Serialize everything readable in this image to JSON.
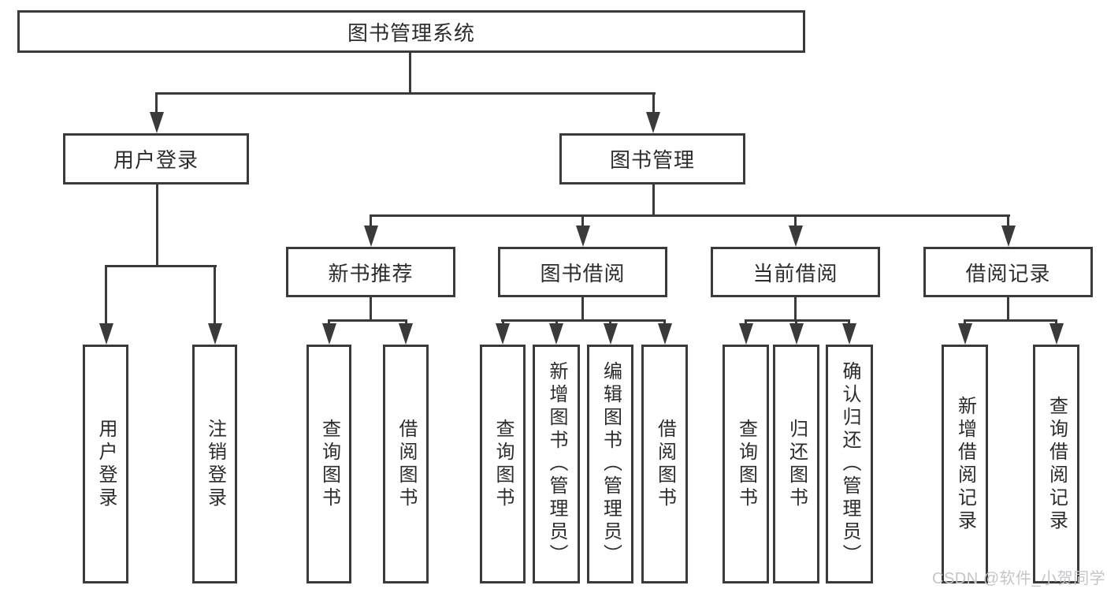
{
  "diagram_title": "图书管理系统",
  "nodes": {
    "root": {
      "label": "图书管理系统"
    },
    "user_login": {
      "label": "用户登录"
    },
    "book_management": {
      "label": "图书管理"
    },
    "new_book_recommend": {
      "label": "新书推荐"
    },
    "book_borrow": {
      "label": "图书借阅"
    },
    "current_borrow": {
      "label": "当前借阅"
    },
    "borrow_records": {
      "label": "借阅记录"
    },
    "leaf_user_login": {
      "label": "用户登录"
    },
    "leaf_logout": {
      "label": "注销登录"
    },
    "leaf_query_book_recommend": {
      "label": "查询图书"
    },
    "leaf_borrow_book_recommend": {
      "label": "借阅图书"
    },
    "leaf_query_book_borrow": {
      "label": "查询图书"
    },
    "leaf_add_book_admin": {
      "label": "新增图书（管理员）"
    },
    "leaf_edit_book_admin": {
      "label": "编辑图书（管理员）"
    },
    "leaf_borrow_book_borrow": {
      "label": "借阅图书"
    },
    "leaf_query_book_current": {
      "label": "查询图书"
    },
    "leaf_return_book": {
      "label": "归还图书"
    },
    "leaf_confirm_return_admin": {
      "label": "确认归还（管理员）"
    },
    "leaf_add_borrow_record": {
      "label": "新增借阅记录"
    },
    "leaf_query_borrow_record": {
      "label": "查询借阅记录"
    }
  },
  "hierarchy": {
    "图书管理系统": [
      "用户登录",
      "图书管理"
    ],
    "用户登录": [
      "用户登录",
      "注销登录"
    ],
    "图书管理": [
      "新书推荐",
      "图书借阅",
      "当前借阅",
      "借阅记录"
    ],
    "新书推荐": [
      "查询图书",
      "借阅图书"
    ],
    "图书借阅": [
      "查询图书",
      "新增图书（管理员）",
      "编辑图书（管理员）",
      "借阅图书"
    ],
    "当前借阅": [
      "查询图书",
      "归还图书",
      "确认归还（管理员）"
    ],
    "借阅记录": [
      "新增借阅记录",
      "查询借阅记录"
    ]
  },
  "watermark": {
    "text": "CSDN @软件_小贺同学",
    "color": "#c3c6c9"
  },
  "colors": {
    "line": "#3a3a3a",
    "text": "#2c2c2c",
    "box_bg": "#ffffff",
    "background": "#ffffff"
  }
}
